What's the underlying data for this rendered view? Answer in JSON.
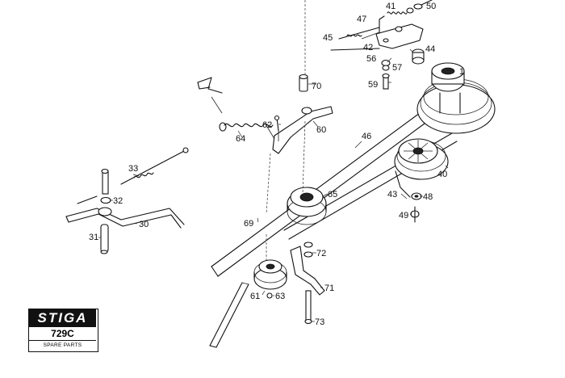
{
  "brand": {
    "logo_text": "STIGA",
    "model": "729C",
    "subtitle": "SPARE PARTS"
  },
  "labels": {
    "p1": "1",
    "p30": "30",
    "p31": "31",
    "p32": "32",
    "p33": "33",
    "p40": "40",
    "p41": "41",
    "p42": "42",
    "p43": "43",
    "p44": "44",
    "p45": "45",
    "p46": "46",
    "p47": "47",
    "p48": "48",
    "p49": "49",
    "p50": "50",
    "p56": "56",
    "p57": "57",
    "p59": "59",
    "p60": "60",
    "p61": "61",
    "p62": "62",
    "p63": "63",
    "p64": "64",
    "p65": "65",
    "p69": "69",
    "p70": "70",
    "p71": "71",
    "p72": "72",
    "p73": "73"
  }
}
